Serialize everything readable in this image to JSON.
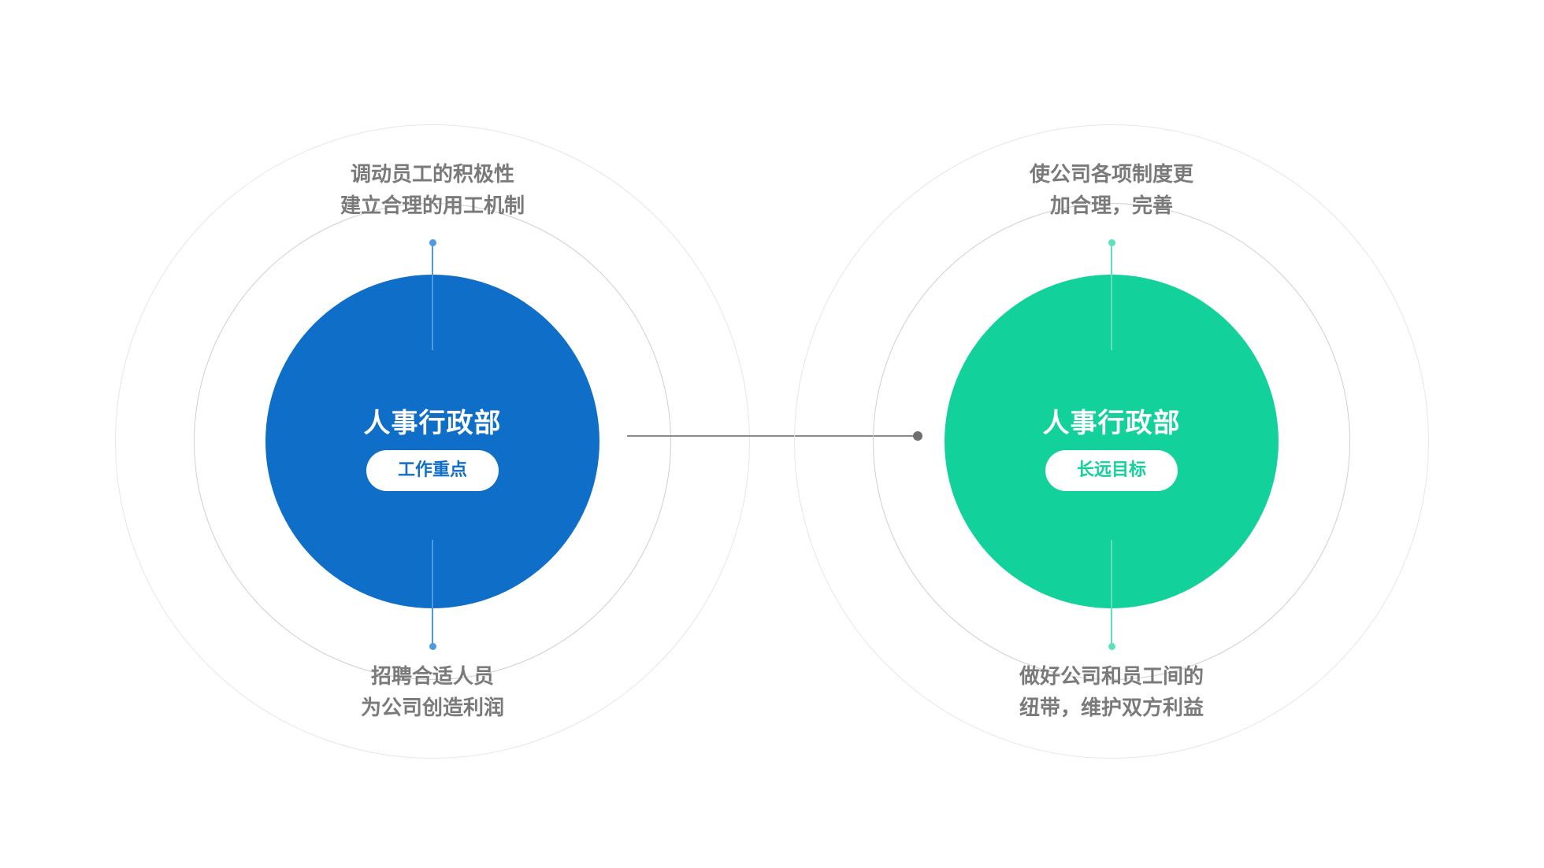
{
  "colors": {
    "left_accent": "#0f6ec8",
    "right_accent": "#13d19b",
    "left_line": "#4d9ae3",
    "right_line": "#5fe0bd",
    "note_text": "#7a7a7a",
    "connector": "#8a8a8a"
  },
  "left": {
    "title": "人事行政部",
    "badge": "工作重点",
    "top_note": [
      "调动员工的积极性",
      "建立合理的用工机制"
    ],
    "bottom_note": [
      "招聘合适人员",
      "为公司创造利润"
    ]
  },
  "right": {
    "title": "人事行政部",
    "badge": "长远目标",
    "top_note": [
      "使公司各项制度更",
      "加合理，完善"
    ],
    "bottom_note": [
      "做好公司和员工间的",
      "纽带，维护双方利益"
    ]
  }
}
